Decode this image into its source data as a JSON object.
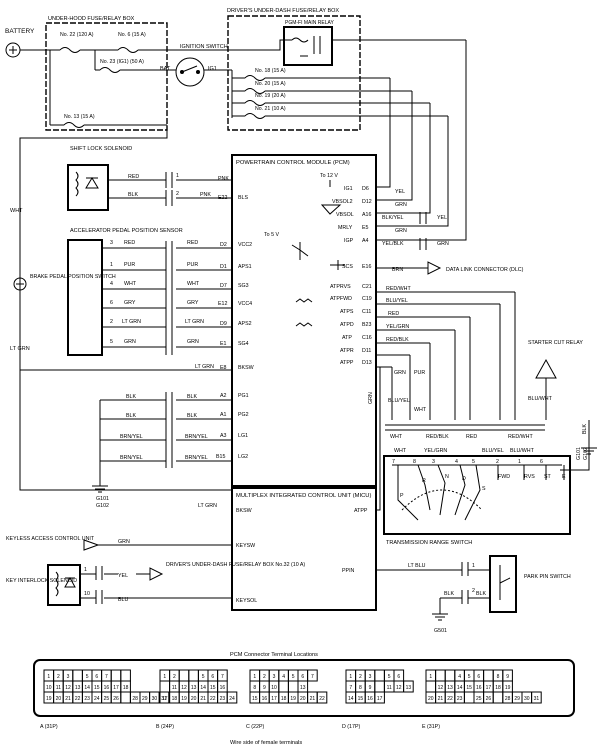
{
  "blocks": {
    "battery": "BATTERY",
    "underhood": "UNDER-HOOD FUSE/RELAY BOX",
    "underdash": "DRIVER'S UNDER-DASH FUSE/RELAY BOX",
    "pgm_relay": "PGM-FI MAIN RELAY",
    "ignition": "IGNITION SWITCH",
    "bat": "BAT",
    "ig1": "IG1",
    "pcm": "POWERTRAIN CONTROL MODULE (PCM)",
    "to12v": "To 12 V",
    "to5v": "To 5 V",
    "shift_lock": "SHIFT LOCK SOLENOID",
    "app_sensor": "ACCELERATOR PEDAL POSITION SENSOR",
    "brake_switch": "BRAKE PEDAL POSITION SWITCH",
    "dlc": "DATA LINK CONNECTOR (DLC)",
    "starter_relay": "STARTER CUT RELAY",
    "trs": "TRANSMISSION RANGE SWITCH",
    "micu": "MULTIPLEX INTEGRATED CONTROL UNIT (MICU)",
    "keyless": "KEYLESS ACCESS CONTROL UNIT",
    "key_interlock": "KEY INTERLOCK SOLENOID",
    "dash_fuse32": "DRIVER'S UNDER-DASH FUSE/RELAY BOX No.32 (10 A)",
    "park_pin": "PARK PIN SWITCH",
    "connector_title": "PCM Connector Terminal Locations",
    "wire_side": "Wire side of female terminals"
  },
  "fuses": {
    "f22": "No. 22 (120 A)",
    "f6": "No. 6 (15 A)",
    "f23": "No. 23 (IG1) (50 A)",
    "f13": "No. 13 (15 A)",
    "f18": "No. 18 (15 A)",
    "f20": "No. 20 (15 A)",
    "f19": "No. 19 (20 A)",
    "f21": "No. 21 (10 A)"
  },
  "grounds": {
    "g101a": "G101",
    "g102a": "G102",
    "g101b": "G101",
    "g102b": "G102",
    "g501": "G501"
  },
  "pcm_pins_left": {
    "pnk1": "PNK",
    "e22": "E22",
    "bls": "BLS",
    "d2": "D2",
    "vcc2": "VCC2",
    "d1": "D1",
    "aps1": "APS1",
    "d7": "D7",
    "sg3": "SG3",
    "e12": "E12",
    "vcc4": "VCC4",
    "d9": "D9",
    "aps2": "APS2",
    "e1": "E1",
    "sg4": "SG4",
    "e8": "E8",
    "bksw": "BKSW",
    "a2": "A2",
    "pg1": "PG1",
    "a1": "A1",
    "pg2": "PG2",
    "a3": "A3",
    "lg1": "LG1",
    "b15": "B15",
    "lg2": "LG2"
  },
  "pcm_pins_right": {
    "ig1": "IG1",
    "d6": "D6",
    "vbsol2": "VBSOL2",
    "d12": "D12",
    "vbsol": "VBSOL",
    "a16": "A16",
    "mrly": "MRLY",
    "e5": "E5",
    "igp": "IGP",
    "a4": "A4",
    "scs": "SCS",
    "e16": "E16",
    "atprvs": "ATPRVS",
    "c21": "C21",
    "atpfwd": "ATPFWD",
    "c19": "C19",
    "atps": "ATPS",
    "c11": "C11",
    "atpd": "ATPD",
    "b23": "B23",
    "atp": "ATP",
    "c16": "C16",
    "atpr": "ATPR",
    "d11": "D11",
    "atpp": "ATPP",
    "d13": "D13"
  },
  "wires": {
    "red_sl": "RED",
    "blk_sl": "BLK",
    "pnk2": "PNK",
    "red3a": "RED",
    "red3b": "RED",
    "pur1a": "PUR",
    "pur1b": "PUR",
    "wht4a": "WHT",
    "wht4b": "WHT",
    "gry6a": "GRY",
    "gry6b": "GRY",
    "ltgrn2a": "LT GRN",
    "ltgrn2b": "LT GRN",
    "grn5a": "GRN",
    "grn5b": "GRN",
    "wht_left": "WHT",
    "ltgrn_left": "LT GRN",
    "ltgrn_mid": "LT GRN",
    "blk_a2a": "BLK",
    "blk_a2b": "BLK",
    "blk_a1a": "BLK",
    "blk_a1b": "BLK",
    "brnyel_a3a": "BRN/YEL",
    "brnyel_a3b": "BRN/YEL",
    "brnyel_b15a": "BRN/YEL",
    "brnyel_b15b": "BRN/YEL",
    "yel_d6": "YEL",
    "grn_d12": "GRN",
    "blkyel_a16": "BLK/YEL",
    "yel_a16": "YEL",
    "grn_e5": "GRN",
    "yelblk_a4": "YEL/BLK",
    "grn_a4": "GRN",
    "brn_e16": "BRN",
    "redwht_c21": "RED/WHT",
    "bluyel_c19": "BLU/YEL",
    "red_c11": "RED",
    "yelgrn_b23": "YEL/GRN",
    "redblk_c16": "RED/BLK",
    "grn_v": "GRN",
    "pur_v": "PUR",
    "bluyel_v": "BLU/YEL",
    "wht_v": "WHT",
    "grn_atpp": "GRN",
    "bluwht_relay": "BLU/WHT",
    "blk_relay": "BLK",
    "wht_t": "WHT",
    "redblk_t": "RED/BLK",
    "red_t": "RED",
    "redwht_t": "RED/WHT",
    "wht_b": "WHT",
    "yelgrn_b": "YEL/GRN",
    "bluyel_b": "BLU/YEL",
    "bluwht_b": "BLU/WHT",
    "ltgrn_micu": "LT GRN",
    "grn_keyless": "GRN",
    "yel_key": "YEL",
    "blu_key": "BLU",
    "ltblu_ppin": "LT BLU",
    "blk_ppin_a": "BLK",
    "blk_ppin_b": "BLK"
  },
  "micu_pins": {
    "bksw": "BKSW",
    "keysw": "KEYSW",
    "keysol": "KEYSOL",
    "atpp": "ATPP",
    "ppin": "PPIN"
  },
  "trs_terms": {
    "t7": "7",
    "t8": "8",
    "t3": "3",
    "t4": "4",
    "t5": "5",
    "t2": "2",
    "t1": "1",
    "t6": "6",
    "fwd": "FWD",
    "rvs": "RVS",
    "st": "ST",
    "e": "E",
    "p": "P",
    "r": "R",
    "n": "N",
    "d": "D",
    "s": "S"
  },
  "pin_nums": {
    "sl1": "1",
    "sl2": "2",
    "ap3": "3",
    "ap1": "1",
    "ap4": "4",
    "ap6": "6",
    "ap2": "2",
    "ap5": "5",
    "key1": "1",
    "key10": "10",
    "pp1": "1",
    "pp2": "2"
  },
  "connectors": [
    {
      "label": "A (31P)",
      "rows": [
        [
          "1",
          "2",
          "3",
          "",
          "5",
          "6",
          "7",
          "",
          ""
        ],
        [
          "10",
          "11",
          "12",
          "13",
          "14",
          "15",
          "16",
          "17",
          "18"
        ],
        [
          "19",
          "20",
          "21",
          "22",
          "23",
          "24",
          "25",
          "26",
          "",
          "28",
          "29",
          "30",
          "31"
        ]
      ]
    },
    {
      "label": "B (24P)",
      "rows": [
        [
          "1",
          "2",
          "",
          "",
          "5",
          "6",
          "7"
        ],
        [
          "",
          "11",
          "12",
          "13",
          "14",
          "15",
          "16"
        ],
        [
          "17",
          "18",
          "19",
          "20",
          "21",
          "22",
          "23",
          "24"
        ]
      ]
    },
    {
      "label": "C (22P)",
      "rows": [
        [
          "1",
          "2",
          "3",
          "4",
          "5",
          "6",
          "7"
        ],
        [
          "8",
          "9",
          "10",
          "",
          "",
          "13"
        ],
        [
          "15",
          "16",
          "17",
          "18",
          "19",
          "20",
          "21",
          "22"
        ]
      ]
    },
    {
      "label": "D (17P)",
      "rows": [
        [
          "1",
          "2",
          "3",
          "",
          "5",
          "6"
        ],
        [
          "7",
          "8",
          "9",
          "",
          "11",
          "12",
          "13"
        ],
        [
          "14",
          "15",
          "16",
          "17"
        ]
      ]
    },
    {
      "label": "E (31P)",
      "rows": [
        [
          "1",
          "",
          "",
          "4",
          "5",
          "6",
          "",
          "8",
          "9"
        ],
        [
          "",
          "12",
          "13",
          "14",
          "15",
          "16",
          "17",
          "18",
          "19"
        ],
        [
          "20",
          "21",
          "22",
          "23",
          "",
          "25",
          "26",
          "",
          "28",
          "29",
          "30",
          "31"
        ]
      ]
    }
  ]
}
